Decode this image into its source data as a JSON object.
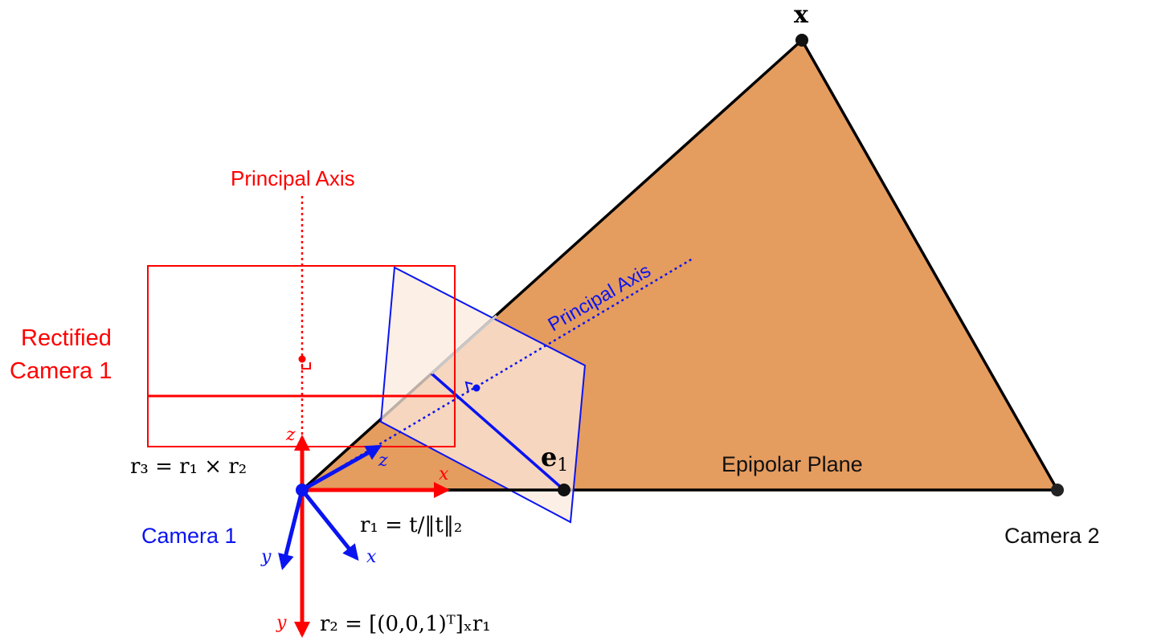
{
  "labels": {
    "point_x": "x",
    "epipole": "e",
    "epipole_sub": "1",
    "epipolar_plane": "Epipolar Plane",
    "camera1": "Camera 1",
    "camera2": "Camera 2",
    "rectified_camera_line1": "Rectified",
    "rectified_camera_line2": "Camera 1",
    "principal_axis_red": "Principal Axis",
    "principal_axis_blue": "Principal Axis",
    "r1_equation": "r₁ = t/‖t‖₂",
    "r2_equation": "r₂ = [(0,0,1)ᵀ]ₓr₁",
    "r3_equation": "r₃ = r₁ × r₂",
    "red_x_axis": "x",
    "red_y_axis": "y",
    "red_z_axis": "z",
    "blue_x_axis": "x",
    "blue_y_axis": "y",
    "blue_z_axis": "z"
  },
  "colors": {
    "plane_fill": "#e59c5f",
    "rectified": "#ff0000",
    "camera": "#0a14f0",
    "outline": "#000000"
  }
}
